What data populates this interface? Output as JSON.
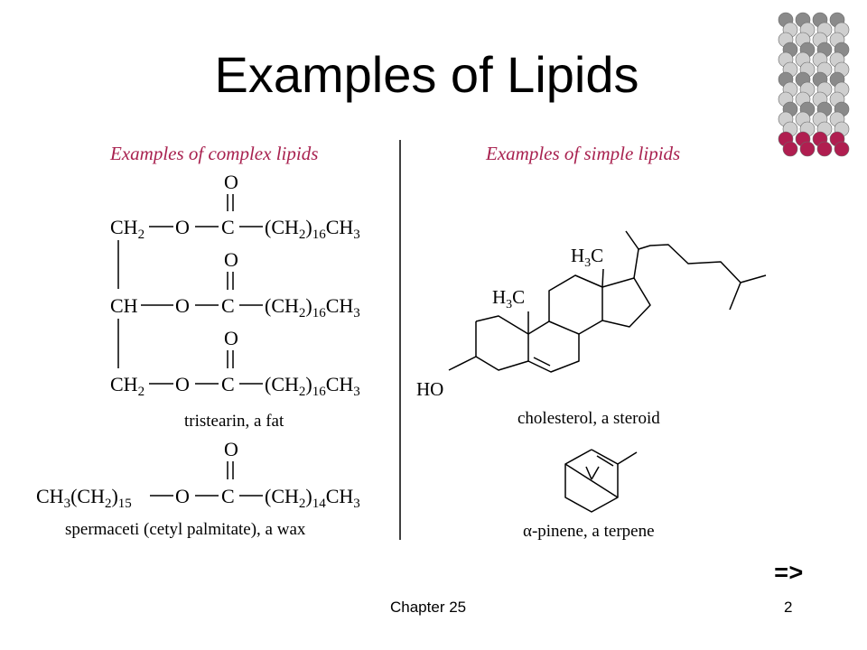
{
  "slide": {
    "title": "Examples of Lipids",
    "footer_chapter": "Chapter 25",
    "page_number": "2",
    "next_label": "=>"
  },
  "figure": {
    "complex_heading": "Examples of complex lipids",
    "simple_heading": "Examples of simple lipids",
    "tristearin_caption": "tristearin, a fat",
    "spermaceti_caption": "spermaceti (cetyl palmitate), a wax",
    "cholesterol_caption": "cholesterol, a steroid",
    "pinene_caption": "α-pinene, a terpene",
    "heading_color": "#a8214f",
    "logo_accent_color": "#b01e50"
  }
}
